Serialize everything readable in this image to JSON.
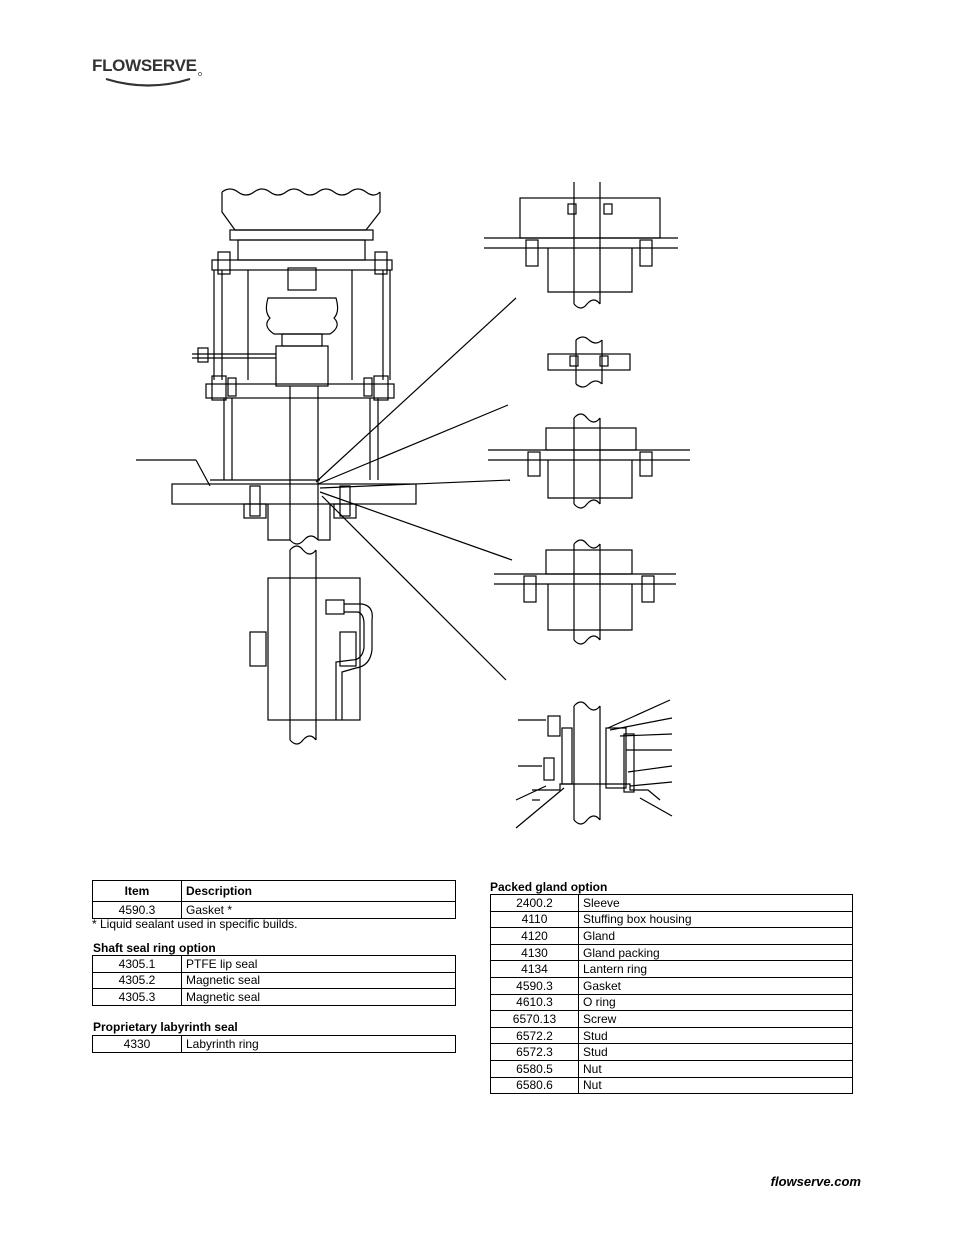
{
  "brand": {
    "name": "FLOWSERVE"
  },
  "main_table": {
    "header_item": "Item",
    "header_description": "Description",
    "rows": [
      {
        "item": "4590.3",
        "description": "Gasket *"
      }
    ]
  },
  "note": "* Liquid sealant used in specific builds.",
  "shaft_seal": {
    "heading": "Shaft seal ring option",
    "rows": [
      {
        "item": "4305.1",
        "description": "PTFE lip seal"
      },
      {
        "item": "4305.2",
        "description": "Magnetic seal"
      },
      {
        "item": "4305.3",
        "description": "Magnetic seal"
      }
    ]
  },
  "labyrinth": {
    "heading": "Proprietary labyrinth seal",
    "rows": [
      {
        "item": "4330",
        "description": "Labyrinth ring"
      }
    ]
  },
  "packed_gland": {
    "heading": "Packed gland option",
    "rows": [
      {
        "item": "2400.2",
        "description": "Sleeve"
      },
      {
        "item": "4110",
        "description": "Stuffing box housing"
      },
      {
        "item": "4120",
        "description": "Gland"
      },
      {
        "item": "4130",
        "description": "Gland packing"
      },
      {
        "item": "4134",
        "description": "Lantern ring"
      },
      {
        "item": "4590.3",
        "description": "Gasket"
      },
      {
        "item": "4610.3",
        "description": "O ring"
      },
      {
        "item": "6570.13",
        "description": "Screw"
      },
      {
        "item": "6572.2",
        "description": "Stud"
      },
      {
        "item": "6572.3",
        "description": "Stud"
      },
      {
        "item": "6580.5",
        "description": "Nut"
      },
      {
        "item": "6580.6",
        "description": "Nut"
      }
    ]
  },
  "footer": {
    "website": "flowserve.com"
  }
}
